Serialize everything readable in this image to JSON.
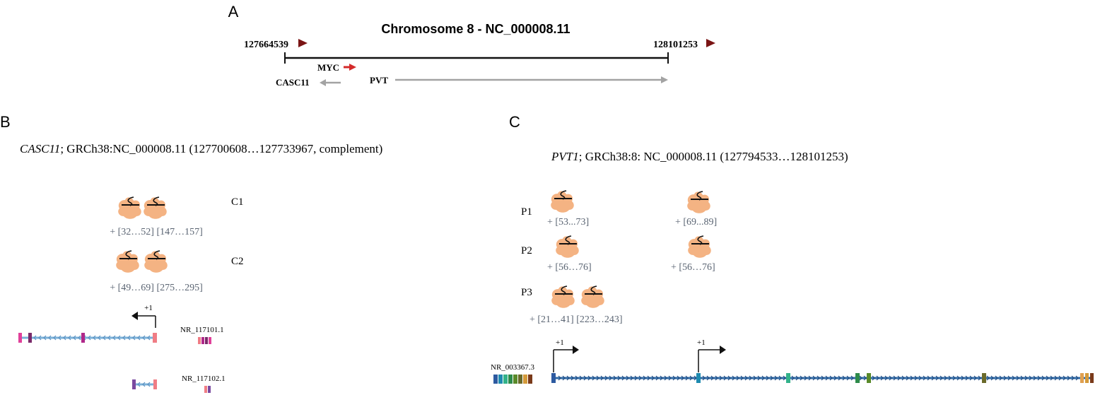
{
  "panel_a": {
    "label": "A",
    "title": "Chromosome 8 - NC_000008.11",
    "start_coord": "127664539",
    "end_coord": "128101253",
    "genes": [
      "MYC",
      "CASC11",
      "PVT"
    ]
  },
  "panel_b": {
    "label": "B",
    "gene": "CASC11",
    "locus": "; GRCh38:NC_000008.11 (127700608…127733967, complement)",
    "constructs": [
      {
        "name": "C1",
        "range": "+ [32…52] [147…157]"
      },
      {
        "name": "C2",
        "range": "+ [49…69] [275…295]"
      }
    ],
    "tss_label": "+1",
    "transcripts": [
      "NR_117101.1",
      "NR_117102.1"
    ]
  },
  "panel_c": {
    "label": "C",
    "gene": "PVT1",
    "locus": "; GRCh38:8: NC_000008.11 (127794533…128101253)",
    "constructs": [
      {
        "name": "P1",
        "range_left": "+ [53...73]",
        "range_right": "+ [69...89]"
      },
      {
        "name": "P2",
        "range_left": "+ [56…76]",
        "range_right": "+ [56…76]"
      },
      {
        "name": "P3",
        "range_left": "+ [21…41] [223…243]"
      }
    ],
    "tss_labels": [
      "+1",
      "+1"
    ],
    "transcript": "NR_003367.3"
  },
  "colors": {
    "dark_red_arrow": "#7a1414",
    "red_arrow": "#d42a2a",
    "grey_arrow": "#a3a3a3",
    "ribosome": "#f4b383",
    "transcript_line": "#7ab0d8",
    "pvt_transcript_line": "#2f6aa6",
    "range_text": "#5a6472"
  }
}
